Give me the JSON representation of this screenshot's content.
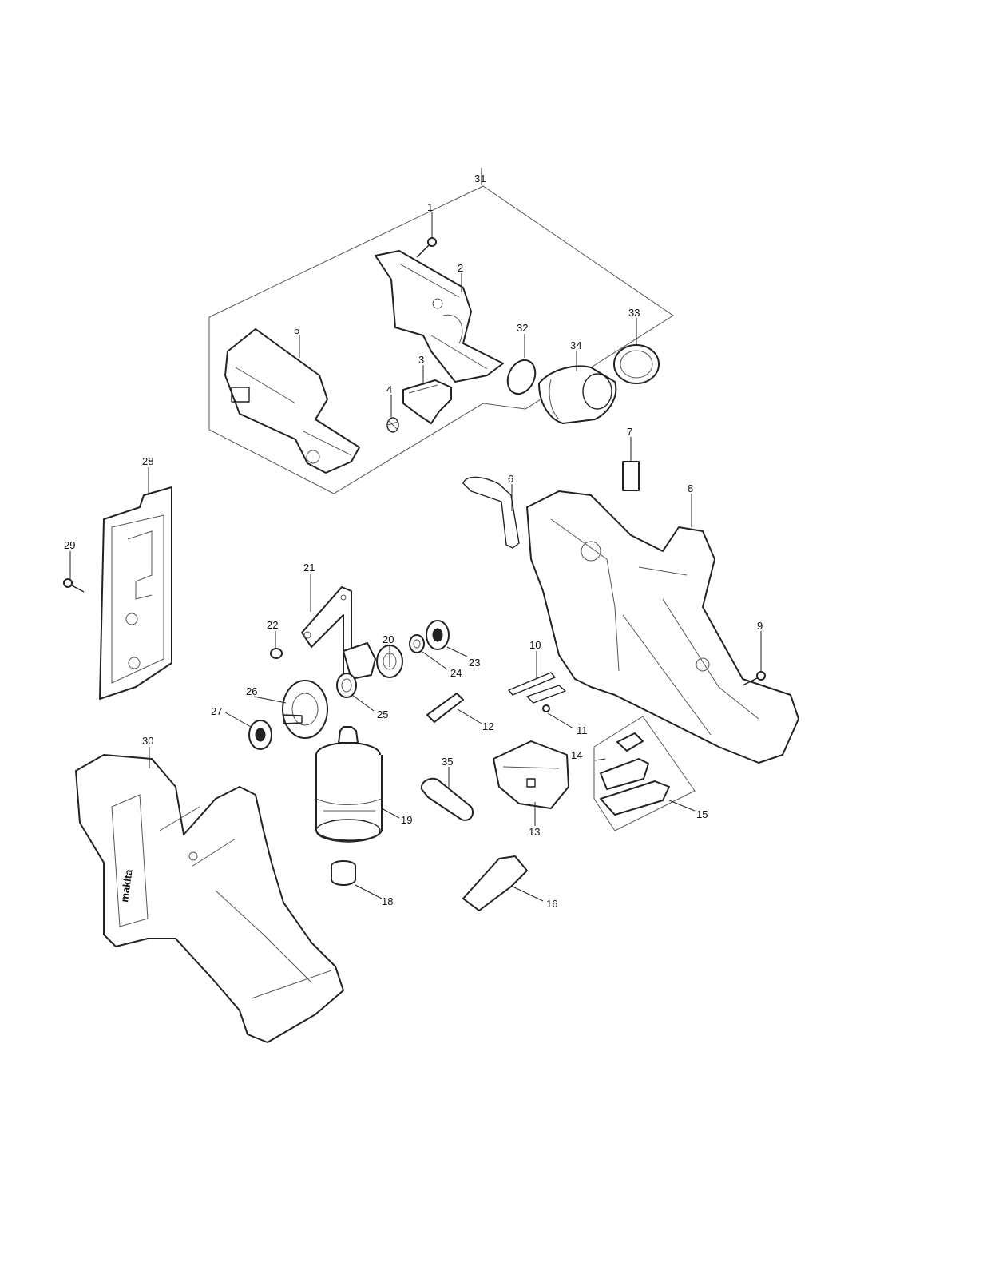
{
  "callouts": [
    "1",
    "2",
    "3",
    "4",
    "5",
    "6",
    "7",
    "8",
    "9",
    "10",
    "11",
    "12",
    "13",
    "14",
    "15",
    "16",
    "18",
    "19",
    "20",
    "21",
    "22",
    "23",
    "24",
    "25",
    "26",
    "27",
    "28",
    "29",
    "30",
    "31",
    "32",
    "33",
    "34",
    "35"
  ],
  "logo_text": "makita"
}
